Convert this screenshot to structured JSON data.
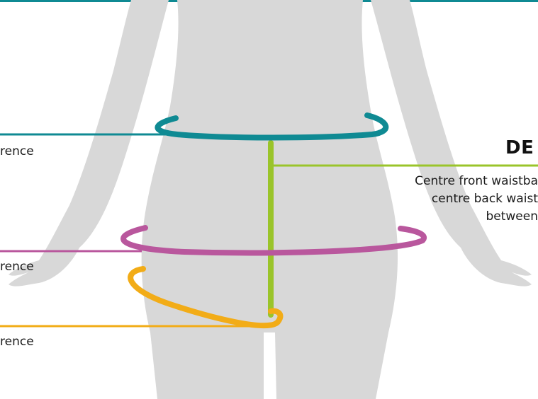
{
  "labels": {
    "waist": "rence",
    "hip": "rence",
    "thigh": "rence"
  },
  "rise": {
    "heading": "DE",
    "line1": "Centre front waistba",
    "line2": "centre back waist",
    "line3": "between"
  },
  "colors": {
    "body": "#d8d8d8",
    "waist": "#0f8a93",
    "hip": "#b9579d",
    "thigh": "#f2ac17",
    "rise": "#9ac42a",
    "top_border": "#0f8a93"
  }
}
